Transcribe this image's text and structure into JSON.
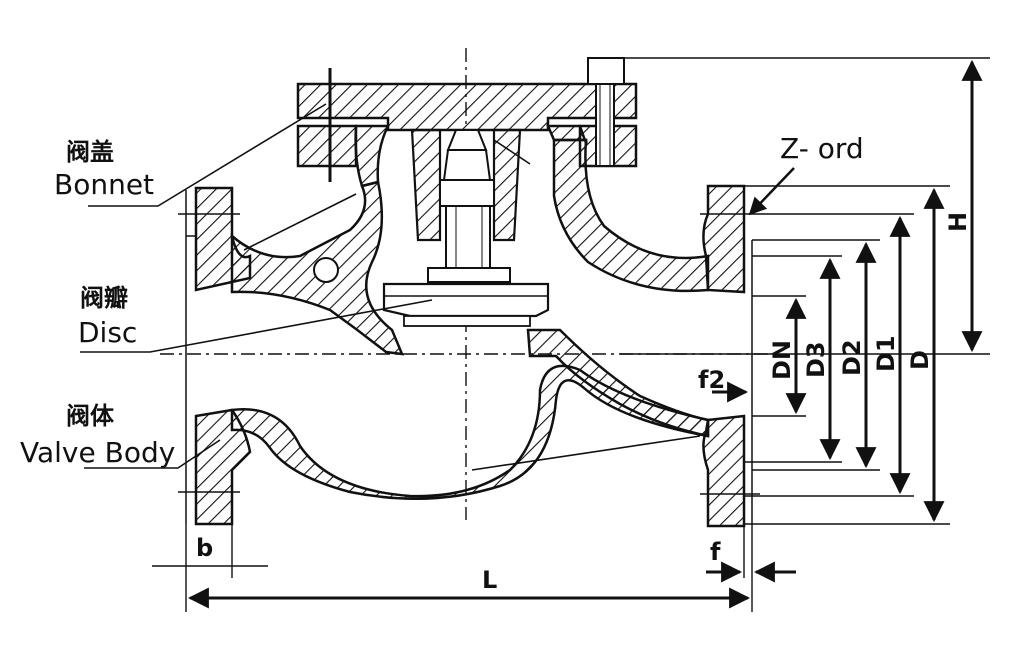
{
  "labels": {
    "bonnet_cn": "阀盖",
    "bonnet_en": "Bonnet",
    "disc_cn": "阀瓣",
    "disc_en": "Disc",
    "body_cn": "阀体",
    "body_en": "Valve Body",
    "z_ord": "Z- ord"
  },
  "dimensions": {
    "H": "H",
    "D": "D",
    "D1": "D1",
    "D2": "D2",
    "D3": "D3",
    "DN": "DN",
    "f2": "f2",
    "f": "f",
    "b": "b",
    "L": "L"
  },
  "colors": {
    "line": "#111111",
    "background": "#ffffff"
  }
}
